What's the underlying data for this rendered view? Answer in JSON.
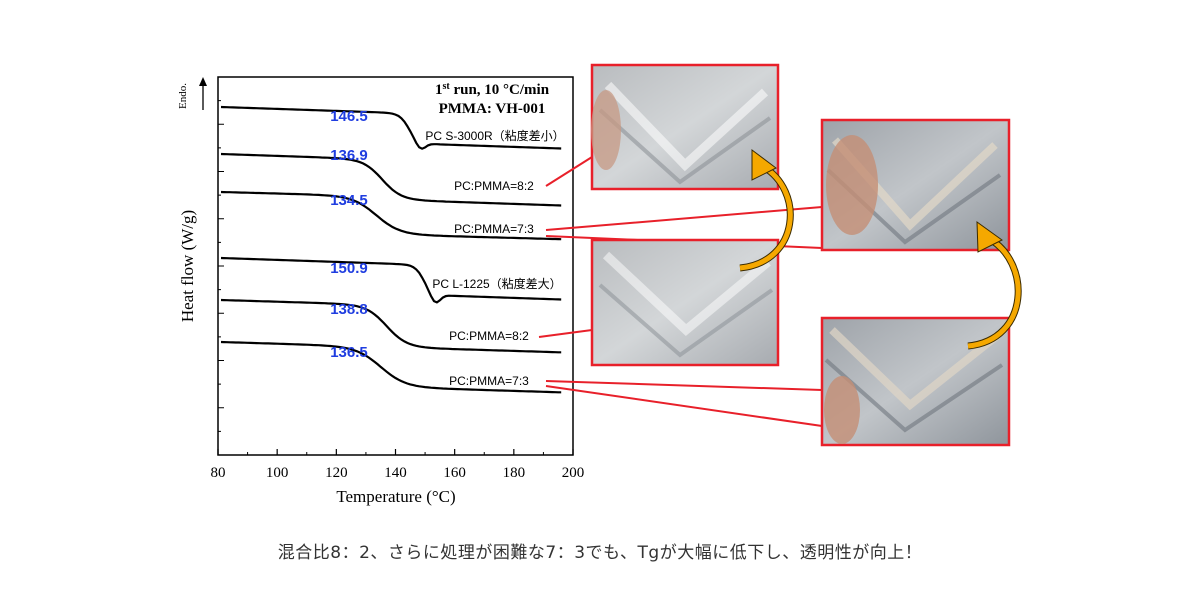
{
  "chart_data": {
    "type": "line",
    "xlabel": "Temperature (°C)",
    "ylabel": "Heat flow   (W/g)",
    "endo_label": "Endo.",
    "xlim": [
      80,
      200
    ],
    "x_ticks": [
      "80",
      "100",
      "120",
      "140",
      "160",
      "180",
      "200"
    ],
    "title_line1_main": "1",
    "title_line1_sup": "st",
    "title_line1_rest": " run, 10 °C/min",
    "title_line2": "PMMA: VH-001",
    "grid": false,
    "series": [
      {
        "name": "PC S-3000R（粘度差小）",
        "tg": "146.5"
      },
      {
        "name": "PC:PMMA=8:2",
        "tg": "136.9"
      },
      {
        "name": "PC:PMMA=7:3",
        "tg": "134.5"
      },
      {
        "name": "PC L-1225（粘度差大）",
        "tg": "150.9"
      },
      {
        "name": "PC:PMMA=8:2",
        "tg": "138.8"
      },
      {
        "name": "PC:PMMA=7:3",
        "tg": "136.5"
      }
    ],
    "tg_color": "#1f3de0",
    "callout_color": "#e8202a",
    "arrow_color": "#f5a800"
  },
  "caption": "混合比8：2、さらに処理が困難な7：3でも、Tgが大幅に低下し、透明性が向上！"
}
